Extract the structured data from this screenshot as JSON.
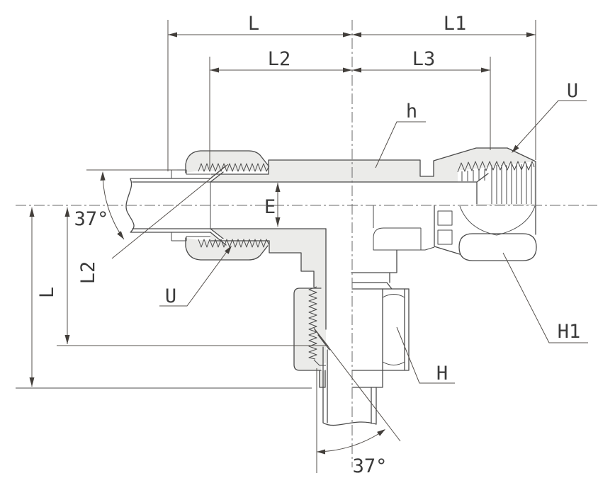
{
  "drawing": {
    "labels": {
      "dim_top_left": "L",
      "dim_top_right": "L1",
      "dim_mid_left": "L2",
      "dim_mid_right": "L3",
      "dim_side_outer": "L",
      "dim_side_inner": "L2",
      "angle_upper": "37°",
      "angle_lower": "37°",
      "thread_dia": "E",
      "hex_body": "h",
      "thread_upper": "U",
      "thread_lower": "U",
      "hex_nut_branch": "H",
      "hex_nut_swivel": "H1"
    },
    "colors": {
      "line": "#4a4a4a",
      "dimension_line": "#55504c",
      "section_fill": "#ebebe9",
      "background": "#ffffff"
    }
  }
}
